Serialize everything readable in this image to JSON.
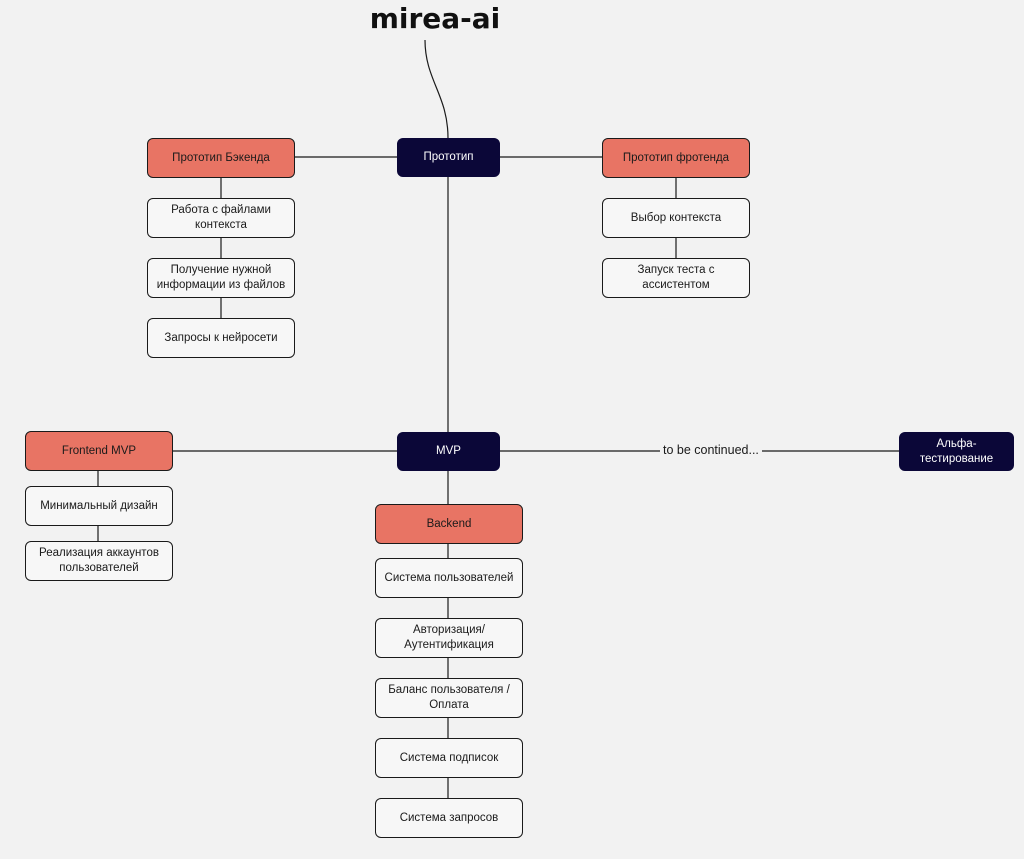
{
  "title": "mirea-ai",
  "nodes": {
    "prototype": "Прототип",
    "proto_backend": "Прототип Бэкенда",
    "proto_frontend": "Прототип фротенда",
    "files_work": "Работа с файлами контекста",
    "info_extract": "Получение нужной информации из файлов",
    "nn_requests": "Запросы к нейросети",
    "context_choice": "Выбор контекста",
    "test_launch": "Запуск теста с ассистентом",
    "mvp": "MVP",
    "frontend_mvp": "Frontend MVP",
    "min_design": "Минимальный дизайн",
    "accounts": "Реализация аккаунтов пользователей",
    "backend": "Backend",
    "user_system": "Система пользователей",
    "auth": "Авторизация/ Аутентификация",
    "balance": "Баланс пользователя / Оплата",
    "subscriptions": "Система подписок",
    "requests_system": "Система запросов",
    "alpha": "Альфа-тестирование"
  },
  "edge_label": "to be continued...",
  "colors": {
    "background": "#f2f2f2",
    "orange": "#e87464",
    "dark": "#0b0738",
    "white": "#f7f7f7"
  }
}
